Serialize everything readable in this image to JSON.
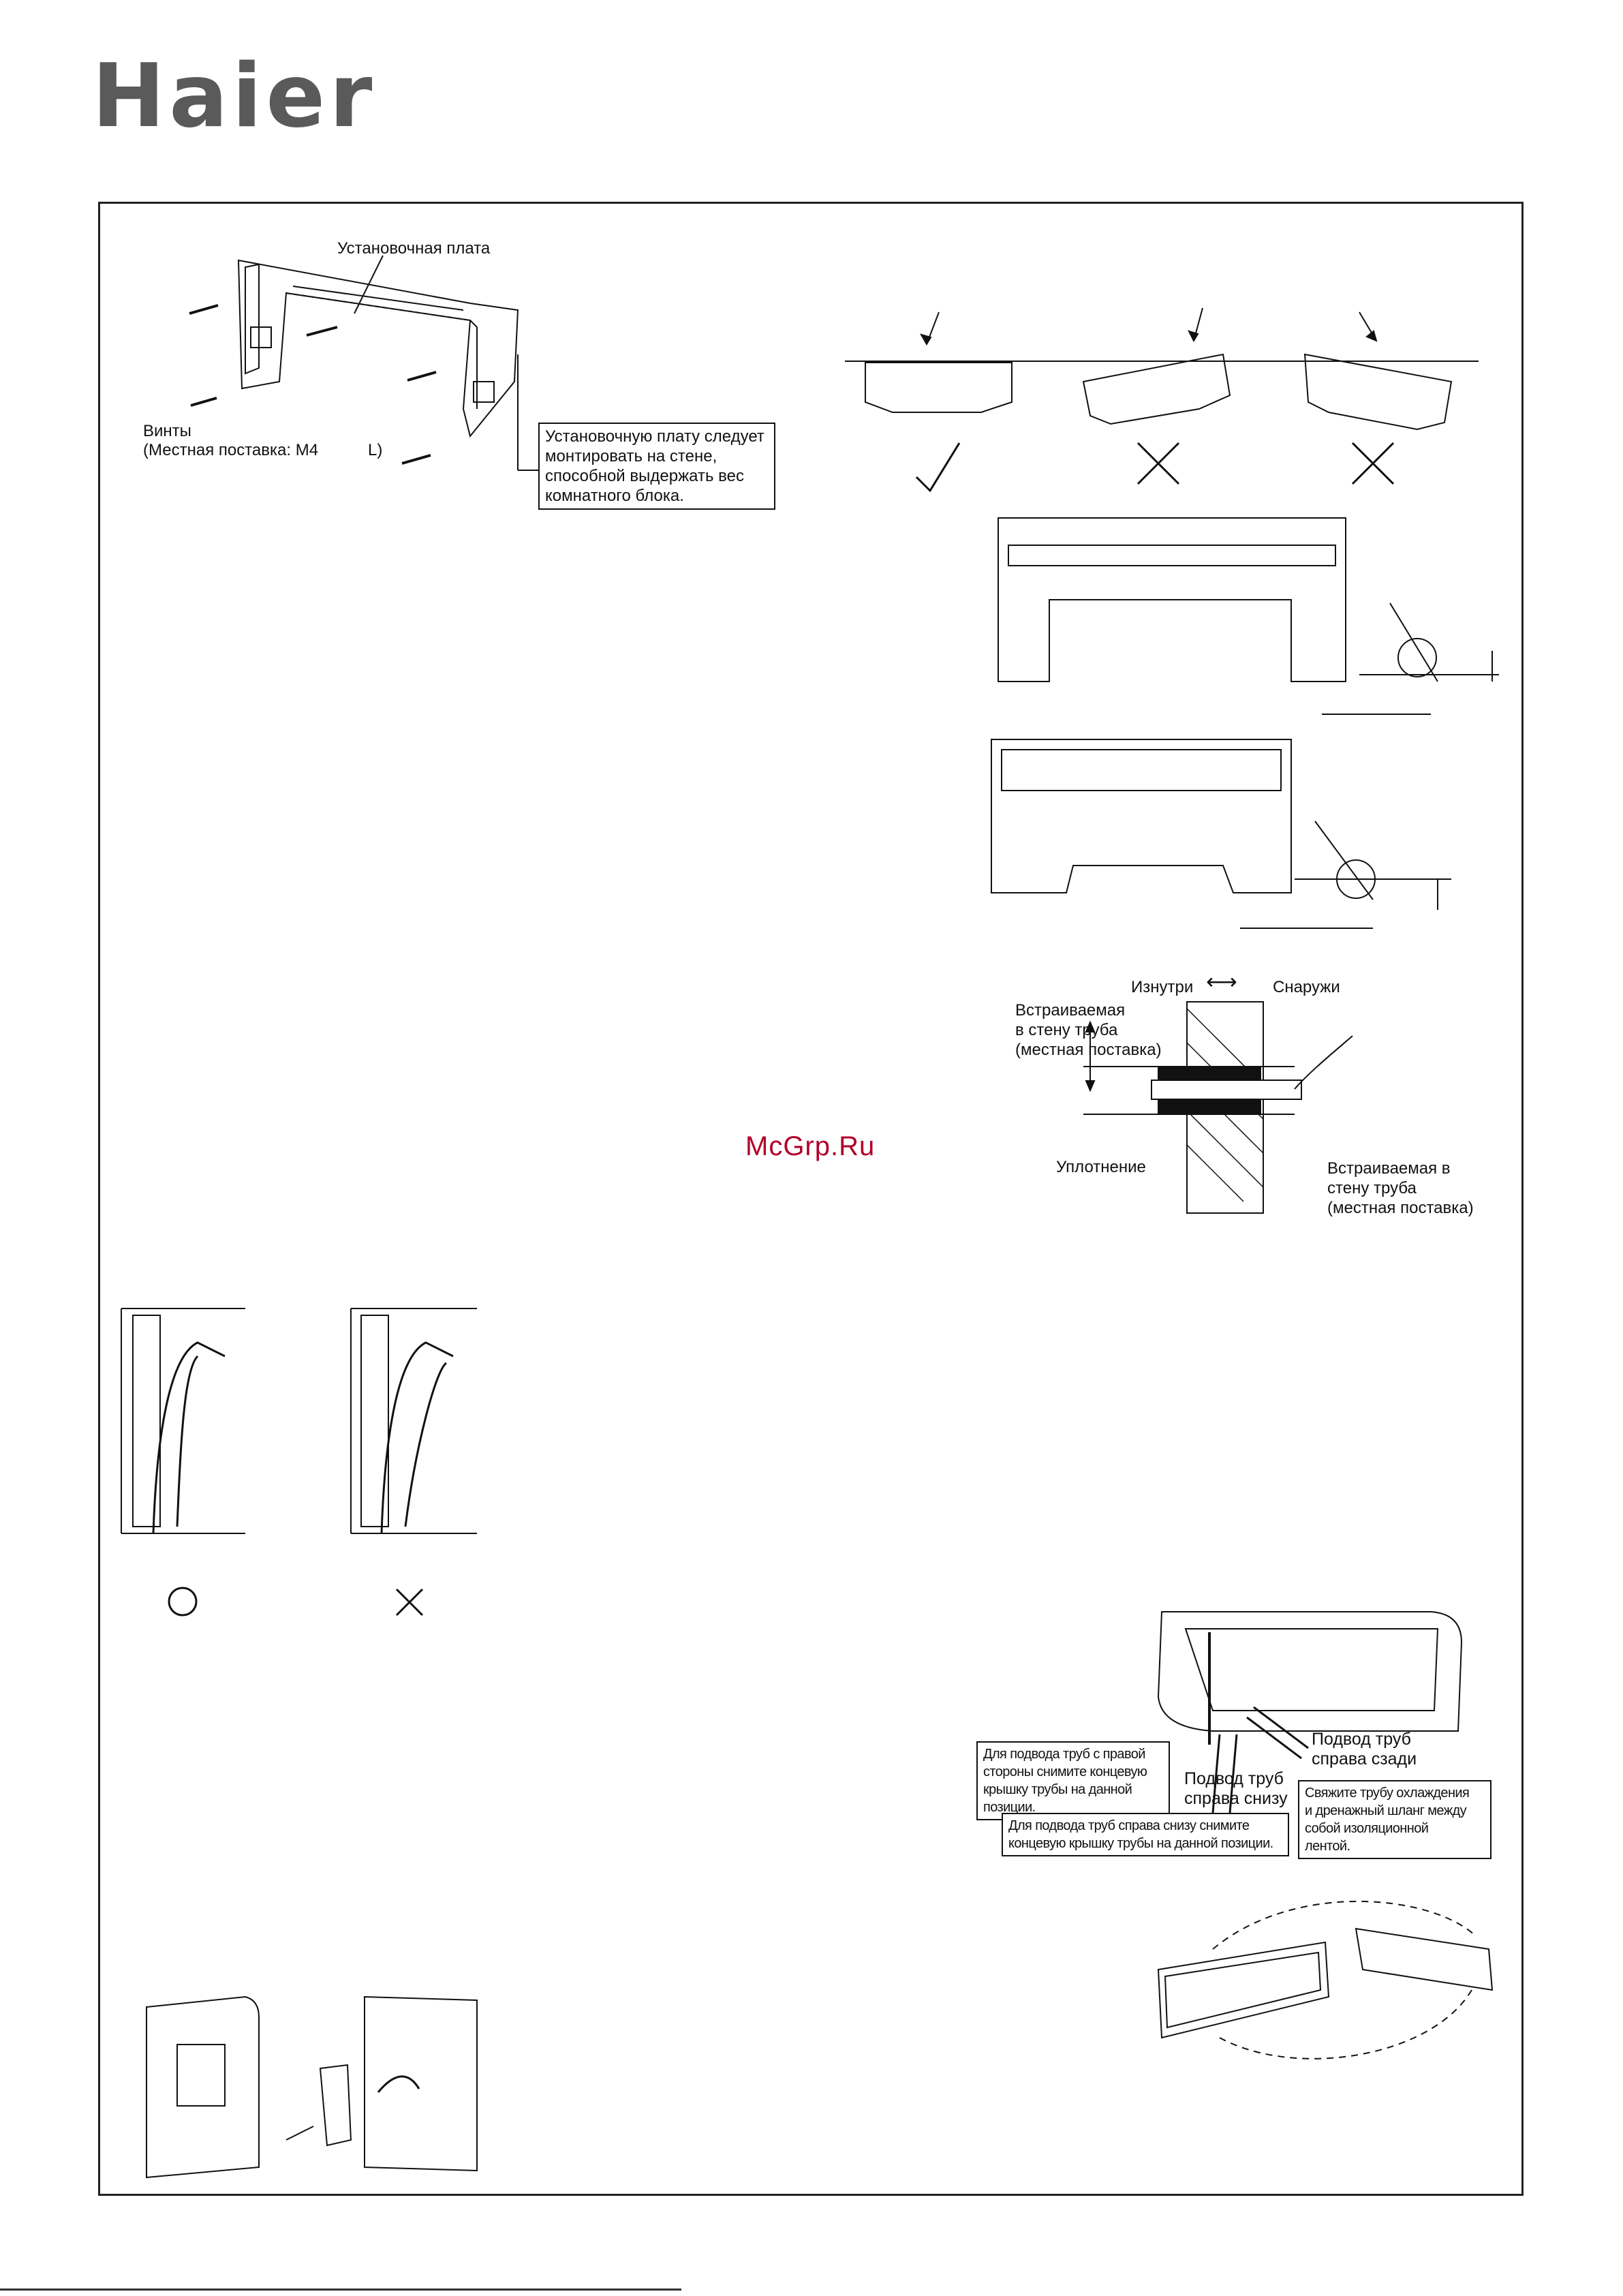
{
  "brand": {
    "logo": "Haier"
  },
  "watermark": "McGrp.Ru",
  "fig_plate": {
    "plate_label": "Установочная плата",
    "screws_line1": "Винты",
    "screws_line2": "(Местная поставка: M4",
    "screws_suffix": "L)",
    "note_lines": [
      "Установочную плату следует",
      "монтировать на стене,",
      "способной выдержать вес",
      "комнатного блока."
    ]
  },
  "fig_level": {
    "marks": [
      "✓",
      "✕",
      "✕"
    ]
  },
  "fig_wall": {
    "direction": {
      "inside": "Изнутри",
      "arrow": "⟷",
      "outside": "Снаружи"
    },
    "pipe_lines": [
      "Встраиваемая",
      "в стену труба",
      "(местная поставка)"
    ],
    "seal": "Уплотнение",
    "pipe2_lines": [
      "Встраиваемая в",
      "стену труба",
      "(местная поставка)"
    ]
  },
  "fig_hose": {
    "marks": [
      "○",
      "✕"
    ]
  },
  "fig_piping": {
    "right_cover_lines": [
      "Для подвода труб с правой",
      "стороны снимите концевую",
      "крышку трубы на данной позиции."
    ],
    "bottom_label_lines": [
      "Подвод труб",
      "справа снизу"
    ],
    "bottom_note_lines": [
      "Для подвода труб справа снизу снимите",
      "концевую крышку трубы на данной позиции."
    ],
    "rear_label_lines": [
      "Подвод труб",
      "справа сзади"
    ],
    "bind_note_lines": [
      "Свяжите трубу охлаждения",
      "и дренажный шланг между",
      "собой изоляционной",
      "лентой."
    ]
  }
}
